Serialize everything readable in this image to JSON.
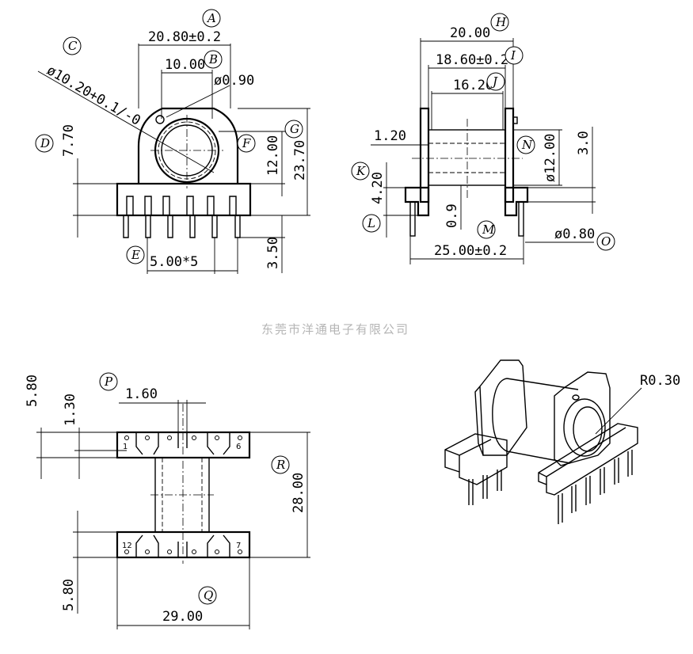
{
  "watermark": "东莞市洋通电子有限公司",
  "front_view": {
    "dims": {
      "a": "20.80±0.2",
      "b": "10.00",
      "c": "ø10.20+0.1/-0",
      "hole": "ø0.90",
      "d": "7.70",
      "f": "12.00",
      "g": "23.70",
      "e": "5.00*5",
      "pin": "3.50"
    },
    "labels": {
      "a": "A",
      "b": "B",
      "c": "C",
      "d": "D",
      "e": "E",
      "f": "F",
      "g": "G"
    }
  },
  "side_view": {
    "dims": {
      "h": "20.00",
      "i": "18.60±0.2",
      "j": "16.20",
      "wall": "1.20",
      "n": "ø12.00",
      "n2": "3.0",
      "k": "4.20",
      "l": "0.9",
      "m": "25.00±0.2",
      "o": "ø0.80"
    },
    "labels": {
      "h": "H",
      "i": "I",
      "j": "J",
      "k": "K",
      "l": "L",
      "m": "M",
      "n": "N",
      "o": "O"
    }
  },
  "bottom_view": {
    "dims": {
      "top": "5.80",
      "p2": "1.30",
      "p": "1.60",
      "r": "28.00",
      "bottom": "5.80",
      "q": "29.00"
    },
    "labels": {
      "p": "P",
      "q": "Q",
      "r": "R"
    },
    "pin_numbers": [
      "1",
      "6",
      "12",
      "7"
    ]
  },
  "iso_view": {
    "radius": "R0.30"
  }
}
